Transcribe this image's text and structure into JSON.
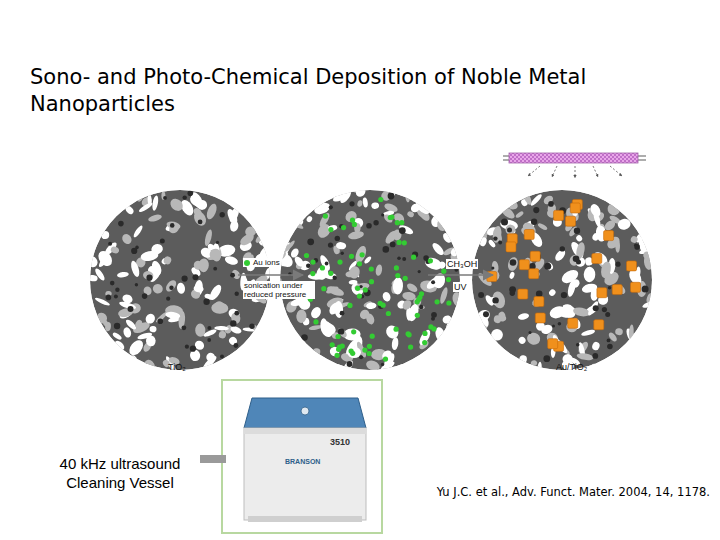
{
  "diagram": {
    "title": "Sono- and Photo-Chemical Deposition of Noble Metal Nanoparticles",
    "labels": [
      "sonication under reduced pressure",
      "CH₃OH",
      "UV",
      "TiO₂",
      "Au/TiO₂",
      "3510",
      "BRANSON",
      "40 kHz ultrasound Cleaning Vessel",
      "Yu J.C. et al., Adv. Funct. Mater. 2004, 14, 1178."
    ],
    "legend": [
      {
        "text": "Au ions",
        "color": "#33cc33"
      }
    ]
  }
}
